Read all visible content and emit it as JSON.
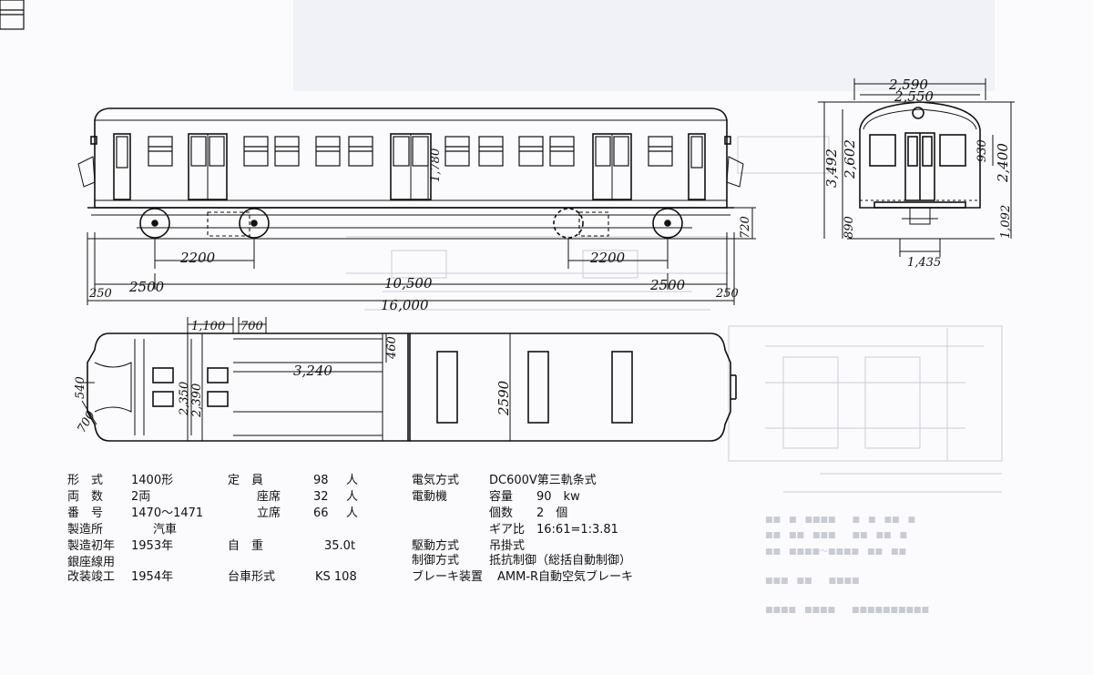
{
  "dimensions": {
    "side_bogie_spacing": "2200",
    "side_end_overhang": "2500",
    "side_bogie_centers": "10,500",
    "side_buffer": "250",
    "side_overall_length": "16,000",
    "side_door_height": "1,780",
    "side_floor_height": "720",
    "end_outer_width": "2,590",
    "end_body_width": "2,550",
    "end_total_height": "3,492",
    "end_roof_height": "2,602",
    "end_body_height": "2,400",
    "end_window_height": "930",
    "end_floor_height": "890",
    "end_lower_height": "1,092",
    "end_gauge": "1,435",
    "plan_seat_width": "1,100",
    "plan_door_width": "700",
    "plan_aisle_length": "3,240",
    "plan_inner_width_a": "2,350",
    "plan_inner_width_b": "2,390",
    "plan_roof_width": "2590",
    "plan_end_depth": "460",
    "plan_cab_a": "540",
    "plan_cab_b": "700"
  },
  "specs_left": [
    {
      "label": "形　式",
      "value": "1400形",
      "label2": "定　員",
      "value2": "98",
      "unit2": "人"
    },
    {
      "label": "両　数",
      "value": "2両",
      "label2": "座席",
      "value2": "32",
      "unit2": "人"
    },
    {
      "label": "番　号",
      "value": "1470〜1471",
      "label2": "立席",
      "value2": "66",
      "unit2": "人"
    },
    {
      "label": "製造所",
      "value": "汽車",
      "label2": "",
      "value2": "",
      "unit2": ""
    },
    {
      "label": "製造初年",
      "value": "1953年",
      "label2": "自　重",
      "value2": "35.0t",
      "unit2": ""
    },
    {
      "label": "銀座線用",
      "value": "",
      "label2": "",
      "value2": "",
      "unit2": ""
    },
    {
      "label": "改装竣工",
      "value": "1954年",
      "label2": "台車形式",
      "value2": "KS 108",
      "unit2": ""
    }
  ],
  "specs_right": [
    {
      "label": "電気方式",
      "value": "DC600V第三軌条式"
    },
    {
      "label": "電動機",
      "value": "容量　　90　kw"
    },
    {
      "label": "",
      "value": "個数　　2　個"
    },
    {
      "label": "",
      "value": "ギア比　16:61=1:3.81"
    },
    {
      "label": "駆動方式",
      "value": "吊掛式"
    },
    {
      "label": "制御方式",
      "value": "抵抗制御（総括自動制御）"
    },
    {
      "label": "ブレーキ装置",
      "value": "AMM-R自動空気ブレーキ"
    }
  ]
}
